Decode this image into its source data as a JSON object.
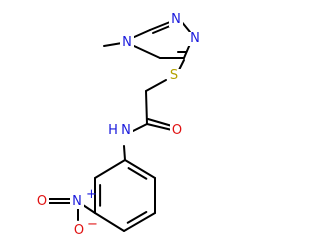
{
  "molecule": {
    "atoms": [
      {
        "id": "methyl",
        "label": "",
        "color": "#000000"
      },
      {
        "id": "n4",
        "label": "N",
        "color": "#1a1adc"
      },
      {
        "id": "c5",
        "label": "",
        "color": "#000000"
      },
      {
        "id": "n1",
        "label": "N",
        "color": "#1a1adc"
      },
      {
        "id": "n2",
        "label": "N",
        "color": "#1a1adc"
      },
      {
        "id": "c3",
        "label": "",
        "color": "#000000"
      },
      {
        "id": "s",
        "label": "S",
        "color": "#b3a100"
      },
      {
        "id": "ch2",
        "label": "",
        "color": "#000000"
      },
      {
        "id": "co",
        "label": "",
        "color": "#000000"
      },
      {
        "id": "o",
        "label": "O",
        "color": "#e01010"
      },
      {
        "id": "nh",
        "label": "N",
        "h_label": "H",
        "color": "#1a1adc"
      },
      {
        "id": "ar1",
        "label": "",
        "color": "#000000"
      },
      {
        "id": "ar2",
        "label": "",
        "color": "#000000"
      },
      {
        "id": "ar3",
        "label": "",
        "color": "#000000"
      },
      {
        "id": "ar4",
        "label": "",
        "color": "#000000"
      },
      {
        "id": "ar5",
        "label": "",
        "color": "#000000"
      },
      {
        "id": "ar6",
        "label": "",
        "color": "#000000"
      },
      {
        "id": "no2_n",
        "label": "N",
        "charge": "+",
        "color": "#1a1adc"
      },
      {
        "id": "no2_o1",
        "label": "O",
        "charge": "−",
        "color": "#e01010"
      },
      {
        "id": "no2_o2",
        "label": "O",
        "color": "#e01010"
      }
    ],
    "bond_color": "#000000"
  }
}
